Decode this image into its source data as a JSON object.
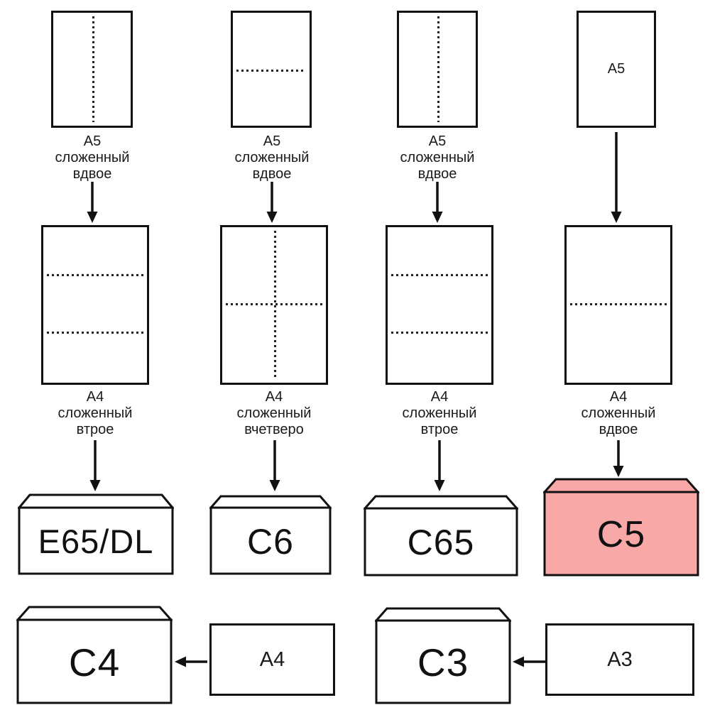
{
  "colors": {
    "highlight": "#f9a8a8",
    "ink": "#111111",
    "paper": "#ffffff"
  },
  "columns": [
    {
      "source": {
        "fold": "vertical-half",
        "caption": [
          "A5",
          "сложенный",
          "вдвое"
        ]
      },
      "folded": {
        "fold": "horizontal-thirds",
        "caption": [
          "A4",
          "сложенный",
          "втрое"
        ]
      },
      "envelope": {
        "label": "E65/DL",
        "highlighted": false
      }
    },
    {
      "source": {
        "fold": "horizontal-half",
        "caption": [
          "A5",
          "сложенный",
          "вдвое"
        ]
      },
      "folded": {
        "fold": "quarters-cross",
        "caption": [
          "A4",
          "сложенный",
          "вчетверо"
        ]
      },
      "envelope": {
        "label": "C6",
        "highlighted": false
      }
    },
    {
      "source": {
        "fold": "vertical-half",
        "caption": [
          "A5",
          "сложенный",
          "вдвое"
        ]
      },
      "folded": {
        "fold": "horizontal-thirds",
        "caption": [
          "A4",
          "сложенный",
          "втрое"
        ]
      },
      "envelope": {
        "label": "C65",
        "highlighted": false
      }
    },
    {
      "source": {
        "fold": "none",
        "label_inside": "A5"
      },
      "folded": {
        "fold": "horizontal-half",
        "caption": [
          "A4",
          "сложенный",
          "вдвое"
        ]
      },
      "envelope": {
        "label": "C5",
        "highlighted": true
      }
    }
  ],
  "bottom_row": [
    {
      "envelope_label": "C4",
      "paper_label": "A4"
    },
    {
      "envelope_label": "C3",
      "paper_label": "A3"
    }
  ]
}
